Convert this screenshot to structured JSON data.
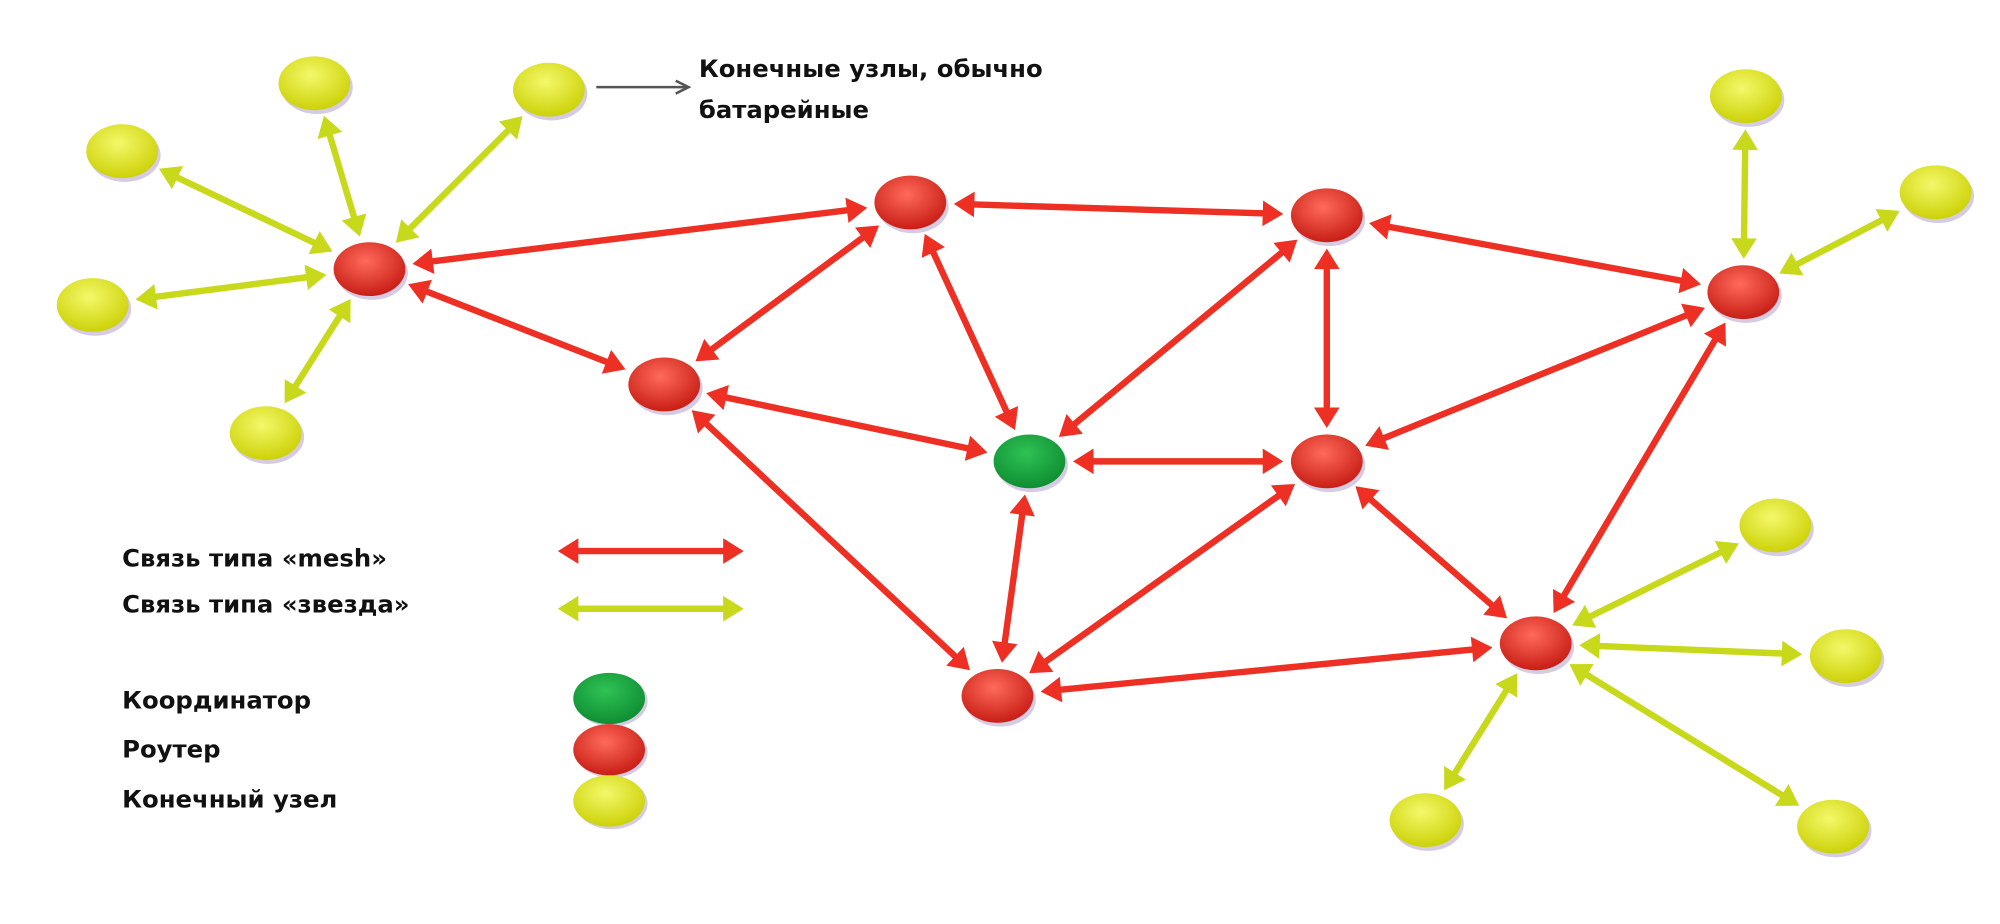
{
  "annotation": {
    "line1": "Конечные узлы, обычно",
    "line2": "батарейные"
  },
  "legend": {
    "mesh_label": "Связь типа «mesh»",
    "star_label": "Связь типа «звезда»",
    "coordinator_label": "Координатор",
    "router_label": "Роутер",
    "end_node_label": "Конечный узел"
  },
  "colors": {
    "mesh": "#ee3024",
    "star": "#c8d81a",
    "coordinator": "#14a03c",
    "router": "#e02a22",
    "end_node": "#e6ec10"
  }
}
